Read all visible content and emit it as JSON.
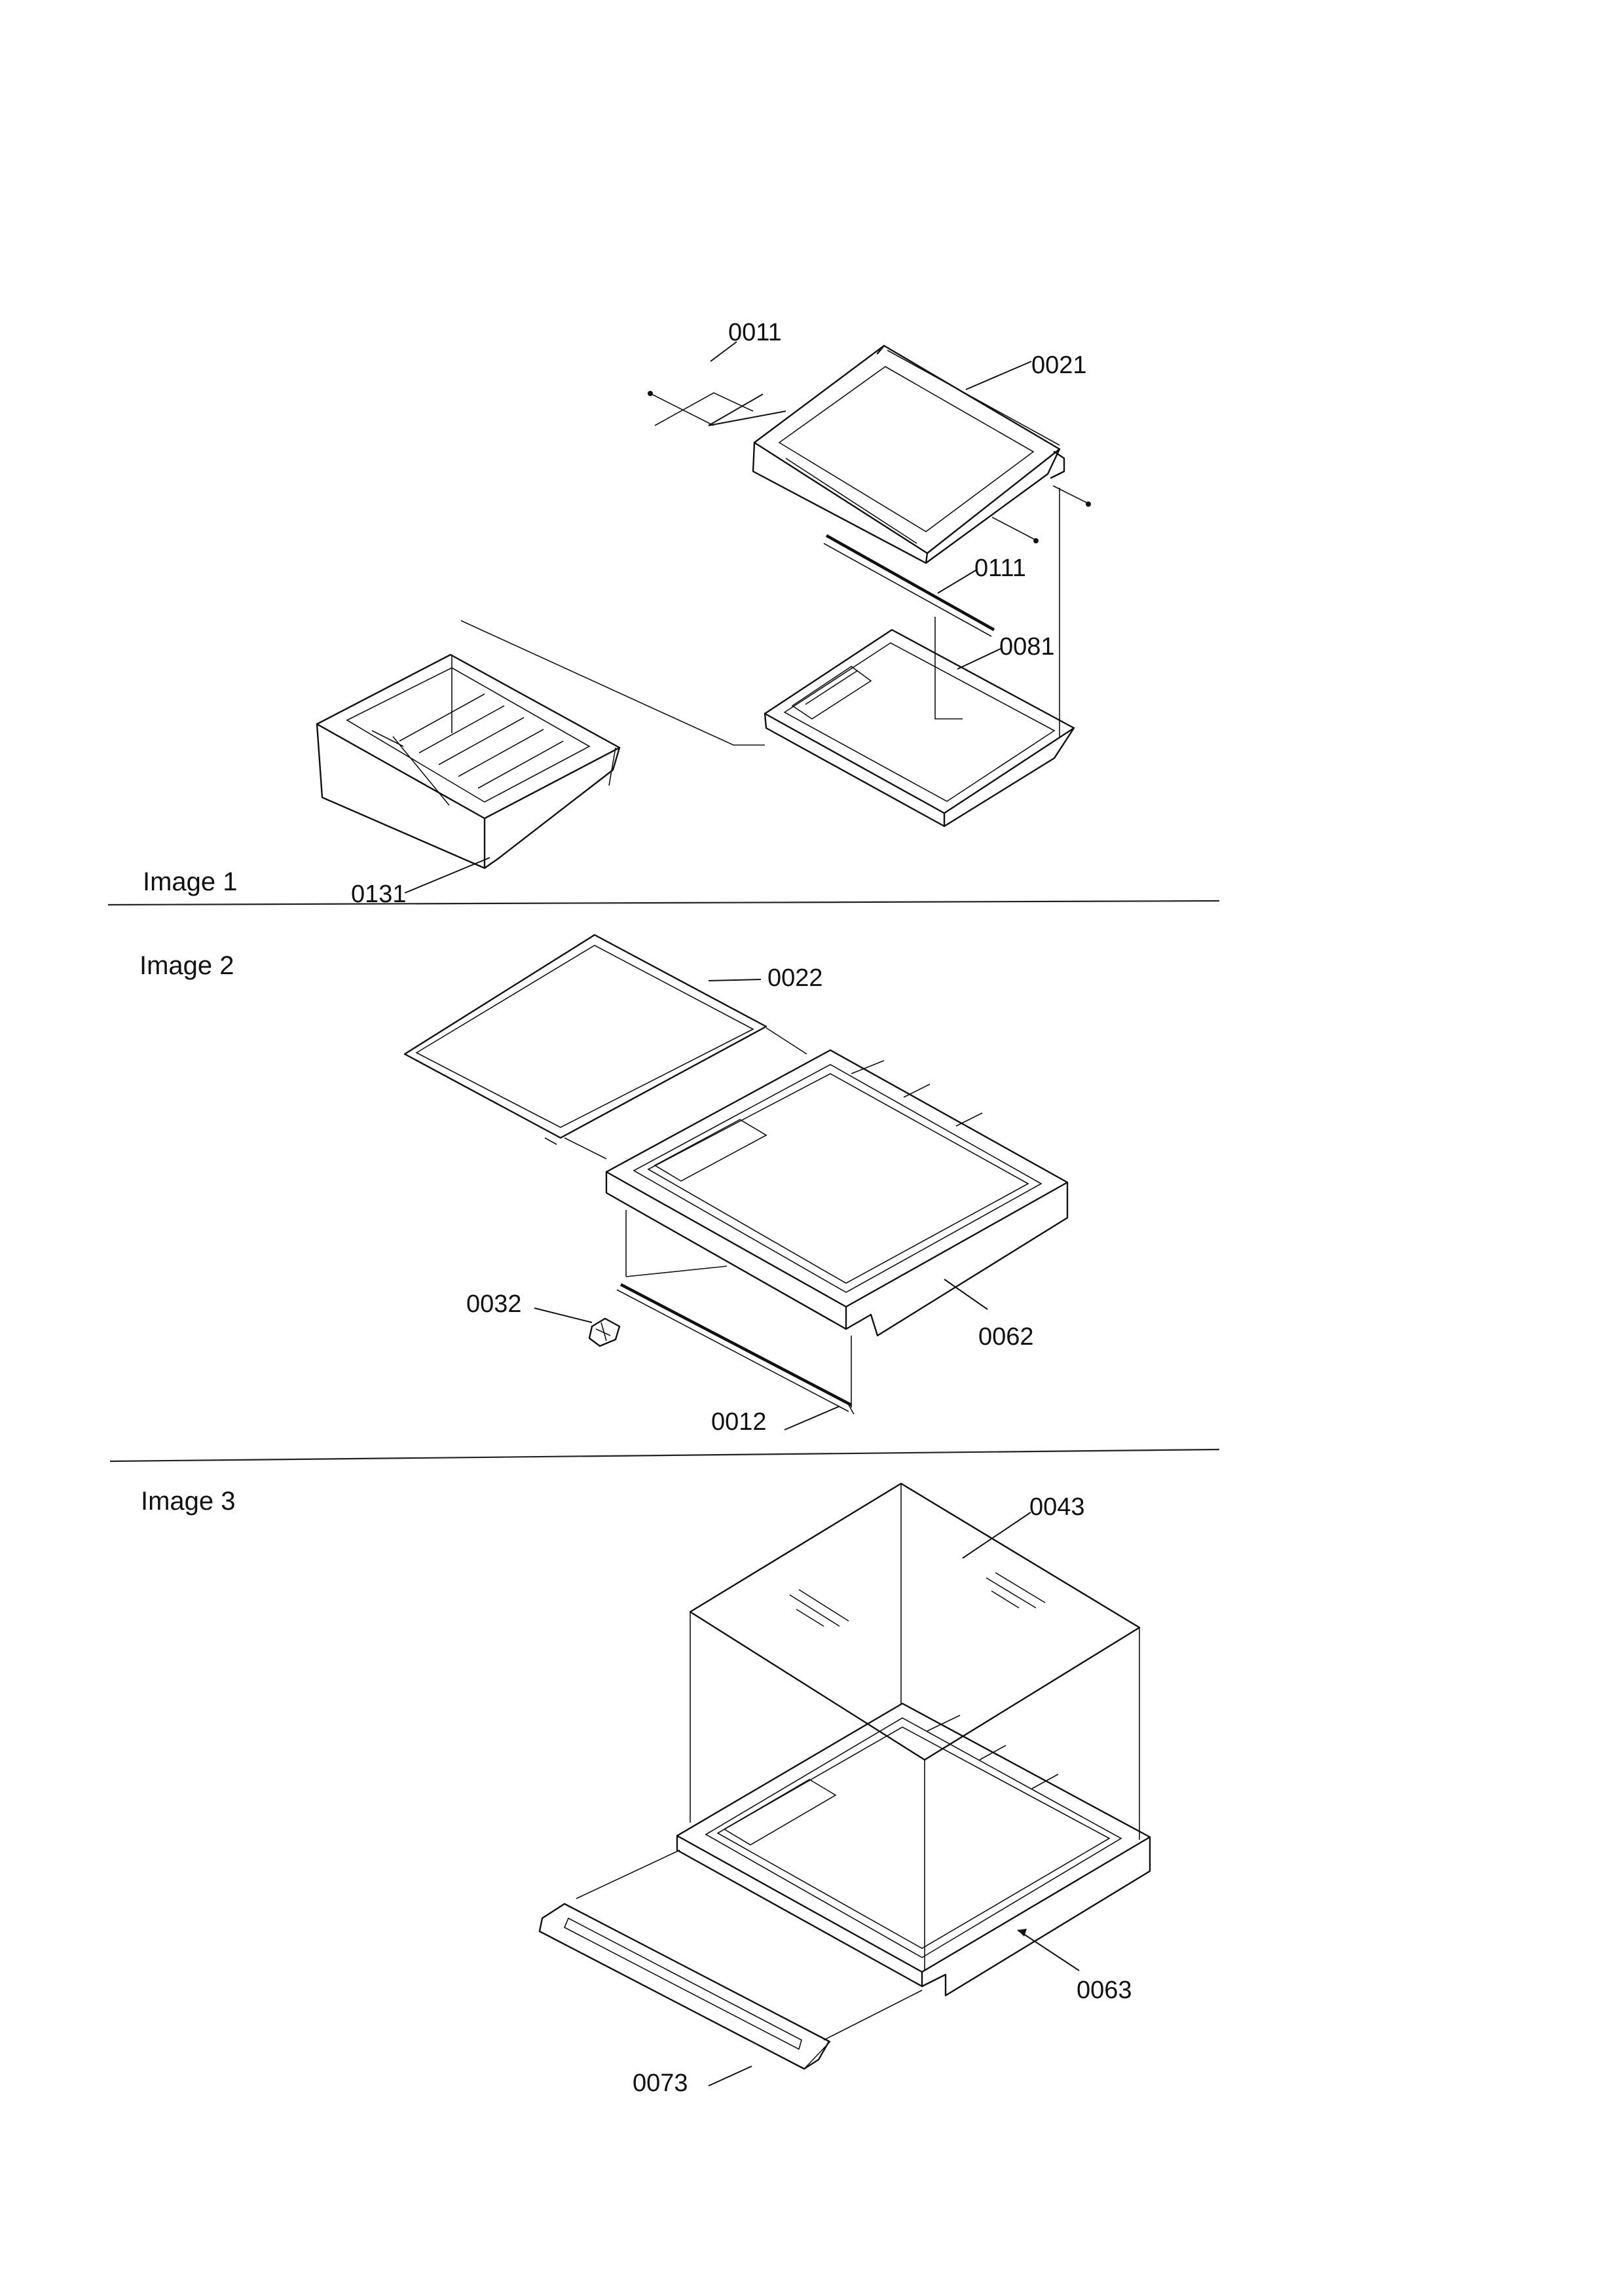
{
  "sections": [
    {
      "title": "Image 1"
    },
    {
      "title": "Image 2"
    },
    {
      "title": "Image 3"
    }
  ],
  "parts": {
    "p0011": "0011",
    "p0021": "0021",
    "p0111": "0111",
    "p0081": "0081",
    "p0131": "0131",
    "p0022": "0022",
    "p0032": "0032",
    "p0062": "0062",
    "p0012": "0012",
    "p0043": "0043",
    "p0063": "0063",
    "p0073": "0073"
  }
}
